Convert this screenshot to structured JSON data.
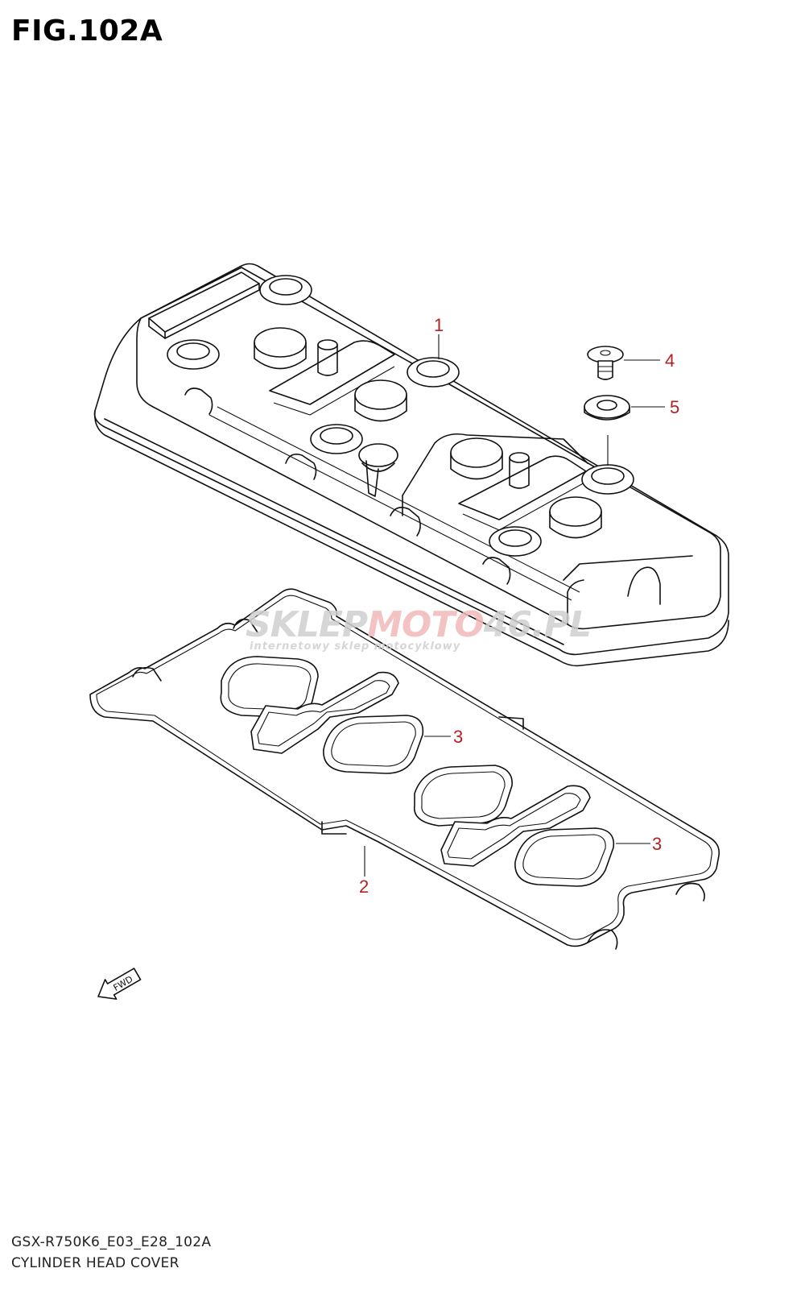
{
  "figure": {
    "title": "FIG.102A",
    "model_code": "GSX-R750K6_E03_E28_102A",
    "section_name": "CYLINDER HEAD COVER"
  },
  "callouts": [
    {
      "id": "c1",
      "label": "1"
    },
    {
      "id": "c2",
      "label": "2"
    },
    {
      "id": "c3a",
      "label": "3"
    },
    {
      "id": "c3b",
      "label": "3"
    },
    {
      "id": "c4",
      "label": "4"
    },
    {
      "id": "c5",
      "label": "5"
    }
  ],
  "fwd_label": "FWD",
  "watermark": {
    "brand_part1": "SKLEP",
    "brand_part2": "MOTO",
    "brand_part3": "46.PL",
    "tagline": "internetowy sklep motocyklowy"
  },
  "colors": {
    "callout": "#b22222",
    "watermark_gray": "#d0d0d0",
    "watermark_red": "#f2b8b8"
  }
}
